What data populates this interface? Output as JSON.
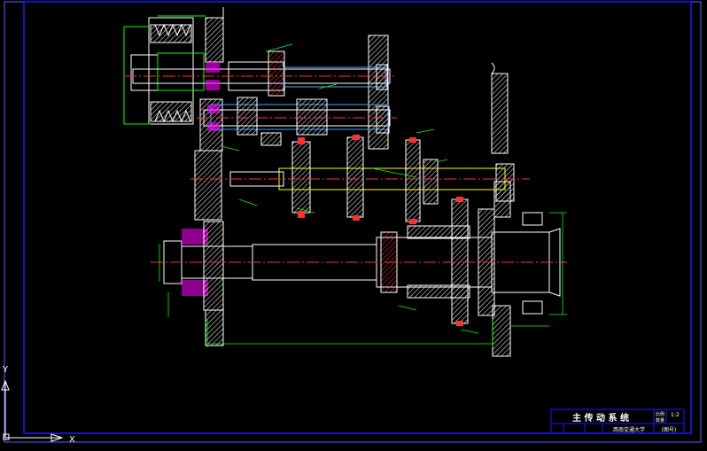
{
  "drawing": {
    "title_block": {
      "title": "主 传 动 系 统",
      "school": "西南交通大学",
      "note": "(图号)",
      "scale_label": "比例",
      "qty_label": "数量",
      "scale_value": "1:2"
    },
    "ucs": {
      "y_label": "Y",
      "x_label": "X"
    },
    "colors": {
      "background": "#000000",
      "frame": "#0000ff",
      "outline": "#ffffff",
      "shaft": "#ffff00",
      "center_line": "#ff0000",
      "dimension": "#00ff00",
      "section_hatch": "#ff0000",
      "title_block": "#0000ff",
      "bearing_fill": "#ff00ff"
    }
  }
}
